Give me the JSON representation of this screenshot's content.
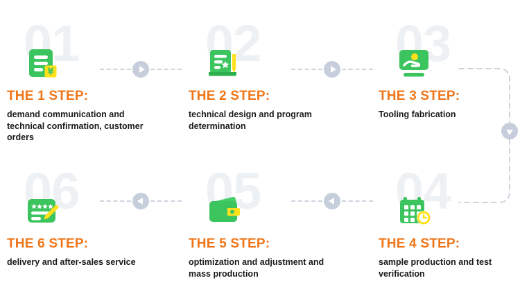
{
  "theme": {
    "accent_orange": "#ef7518",
    "icon_green": "#3cc45e",
    "icon_yellow": "#ffe01b",
    "watermark_gray": "#eef1f4",
    "connector_gray": "#c6cedb",
    "background": "#ffffff"
  },
  "steps": [
    {
      "number": "01",
      "title": "THE 1 STEP:",
      "description": "demand communication and technical confirmation, customer orders",
      "icon": "document-money-icon"
    },
    {
      "number": "02",
      "title": "THE 2 STEP:",
      "description": "technical design and program determination",
      "icon": "document-star-pencil-icon"
    },
    {
      "number": "03",
      "title": "THE 3 STEP:",
      "description": "Tooling fabrication",
      "icon": "hand-tooling-icon"
    },
    {
      "number": "04",
      "title": "THE 4 STEP:",
      "description": "sample production and test verification",
      "icon": "calendar-clock-icon"
    },
    {
      "number": "05",
      "title": "THE 5 STEP:",
      "description": "optimization and adjustment and mass production",
      "icon": "wallet-icon"
    },
    {
      "number": "06",
      "title": "THE 6 STEP:",
      "description": "delivery and after-sales service",
      "icon": "review-stars-pencil-icon"
    }
  ],
  "connectors": [
    {
      "id": "conn-1-to-2",
      "direction": "right",
      "icon": "chevron-right-icon"
    },
    {
      "id": "conn-2-to-3",
      "direction": "right",
      "icon": "chevron-right-icon"
    },
    {
      "id": "conn-3-to-4",
      "direction": "down",
      "icon": "chevron-down-icon"
    },
    {
      "id": "conn-4-to-5",
      "direction": "left",
      "icon": "chevron-left-icon"
    },
    {
      "id": "conn-5-to-6",
      "direction": "left",
      "icon": "chevron-left-icon"
    }
  ]
}
